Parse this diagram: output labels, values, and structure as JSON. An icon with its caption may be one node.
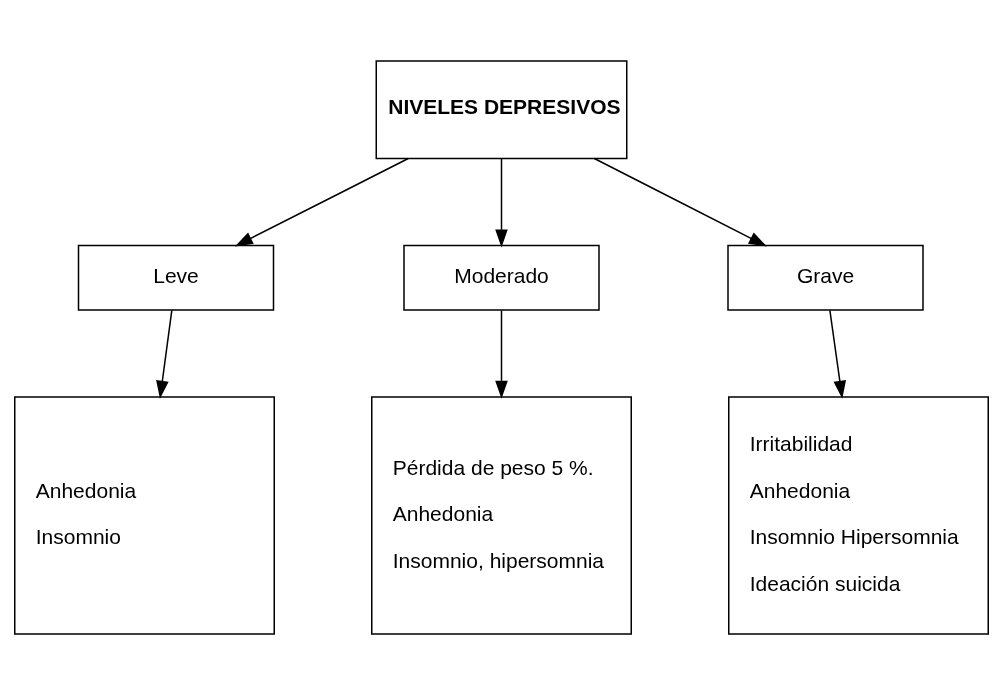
{
  "diagram": {
    "nodes": [
      {
        "text": [
          "NIVELES DEPRESIVOS"
        ]
      },
      {
        "text": [
          "Leve"
        ]
      },
      {
        "text": [
          "Moderado"
        ]
      },
      {
        "text": [
          "Grave"
        ]
      },
      {
        "text": [
          "Anhedonia",
          "Insomnio"
        ]
      },
      {
        "text": [
          "Pérdida de peso 5 %.",
          "Anhedonia",
          "Insomnio, hipersomnia"
        ]
      },
      {
        "text": [
          "Irritabilidad",
          "Anhedonia",
          "Insomnio Hipersomnia",
          "Ideación suicida"
        ]
      }
    ],
    "edges": [
      {
        "from": 0,
        "to": 1,
        "arrow": "to"
      },
      {
        "from": 0,
        "to": 2,
        "arrow": "to"
      },
      {
        "from": 0,
        "to": 3,
        "arrow": "to"
      },
      {
        "from": 1,
        "to": 4,
        "arrow": "to"
      },
      {
        "from": 2,
        "to": 5,
        "arrow": "to"
      },
      {
        "from": 3,
        "to": 6,
        "arrow": "to"
      }
    ]
  }
}
